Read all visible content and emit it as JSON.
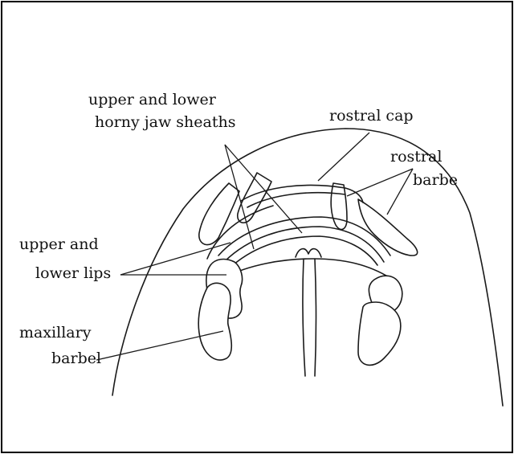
{
  "figure": {
    "labels": {
      "jaw_sheaths_line1": "upper and lower",
      "jaw_sheaths_line2": "horny jaw sheaths",
      "rostral_cap": "rostral cap",
      "rostral_barbe_line1": "rostral",
      "rostral_barbe_line2": "barbe",
      "lips_line1": "upper and",
      "lips_line2": "lower lips",
      "maxillary_line1": "maxillary",
      "maxillary_line2": "barbel"
    }
  }
}
